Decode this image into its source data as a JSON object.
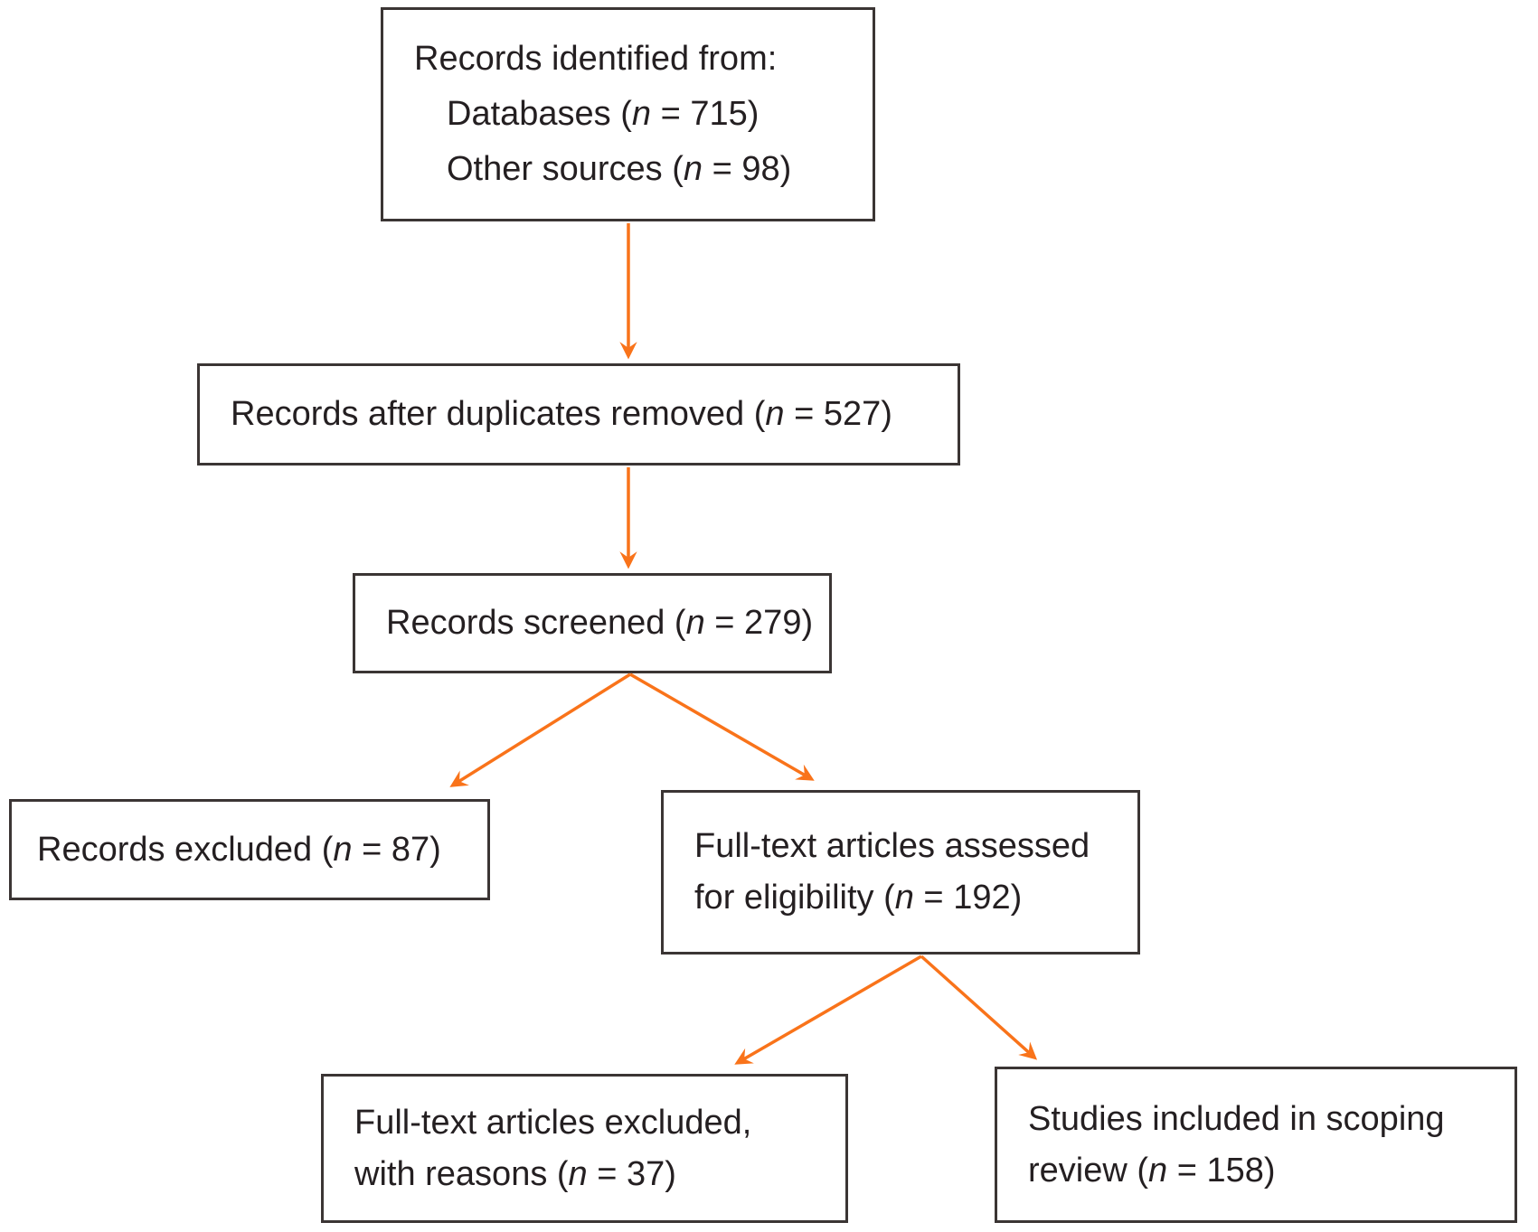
{
  "diagram": {
    "type": "flowchart",
    "arrow_color": "#F9731A",
    "border_color": "#3B3534",
    "text_color": "#241F21",
    "boxes": {
      "identification": {
        "title": "Records identified from:",
        "items": [
          {
            "pre": "Databases (",
            "n": "n",
            "eq": " = ",
            "value": "715",
            "post": ")"
          },
          {
            "pre": "Other sources (",
            "n": "n",
            "eq": " = ",
            "value": "98",
            "post": ")"
          }
        ]
      },
      "deduplicated": {
        "pre": "Records after duplicates removed (",
        "n": "n",
        "eq": " = ",
        "value": "527",
        "post": ")"
      },
      "screened": {
        "pre": "Records screened (",
        "n": "n",
        "eq": " = ",
        "value": "279",
        "post": ")"
      },
      "excluded": {
        "pre": "Records excluded (",
        "n": "n",
        "eq": " = ",
        "value": "87",
        "post": ")"
      },
      "fulltext_assessed": {
        "line1": "Full-text articles assessed",
        "line2": {
          "pre": "for eligibility (",
          "n": "n",
          "eq": " = ",
          "value": "192",
          "post": ")"
        }
      },
      "fulltext_excluded": {
        "line1": "Full-text articles excluded,",
        "line2": {
          "pre": "with reasons (",
          "n": "n",
          "eq": " = ",
          "value": "37",
          "post": ")"
        }
      },
      "included": {
        "line1": "Studies included in scoping",
        "line2": {
          "pre": "review (",
          "n": "n",
          "eq": " = ",
          "value": "158",
          "post": ")"
        }
      }
    },
    "edges": [
      {
        "from": "identification",
        "to": "deduplicated"
      },
      {
        "from": "deduplicated",
        "to": "screened"
      },
      {
        "from": "screened",
        "to": "excluded"
      },
      {
        "from": "screened",
        "to": "fulltext_assessed"
      },
      {
        "from": "fulltext_assessed",
        "to": "fulltext_excluded"
      },
      {
        "from": "fulltext_assessed",
        "to": "included"
      }
    ]
  }
}
